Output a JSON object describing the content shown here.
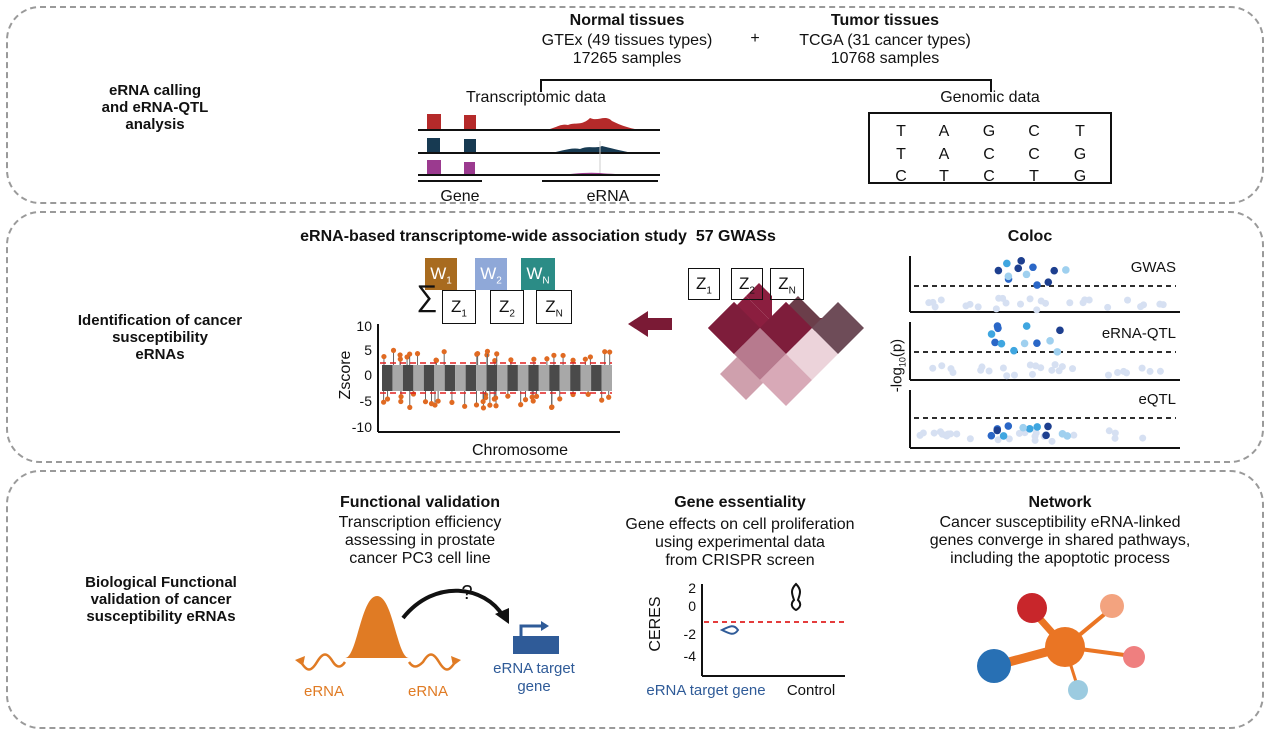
{
  "panel1": {
    "label_lines": [
      "eRNA calling",
      "and eRNA-QTL",
      "analysis"
    ],
    "normal_title": "Normal tissues",
    "normal_line1": "GTEx (49 tissues types)",
    "normal_line2": "17265 samples",
    "plus": "+",
    "tumor_title": "Tumor tissues",
    "tumor_line1": "TCGA (31 cancer types)",
    "tumor_line2": "10768 samples",
    "transcriptomic_label": "Transcriptomic data",
    "genomic_label": "Genomic data",
    "gene_label": "Gene",
    "erna_label": "eRNA",
    "genotype_rows": [
      [
        "T",
        "A",
        "G",
        "C",
        "T"
      ],
      [
        "T",
        "A",
        "C",
        "C",
        "G"
      ],
      [
        "C",
        "T",
        "C",
        "T",
        "G"
      ]
    ]
  },
  "panel2": {
    "label_lines": [
      "Identification of cancer",
      "susceptibility",
      "eRNAs"
    ],
    "twas_title": "eRNA-based transcriptome-wide association study",
    "gwas_count": "57 GWASs",
    "weights": [
      {
        "main": "W",
        "sub": "1"
      },
      {
        "main": "W",
        "sub": "2"
      },
      {
        "main": "W",
        "sub": "N"
      }
    ],
    "sigma": "∑",
    "zboxes": [
      {
        "main": "Z",
        "sub": "1"
      },
      {
        "main": "Z",
        "sub": "2"
      },
      {
        "main": "Z",
        "sub": "N"
      }
    ],
    "zscore_ylabel": "Zscore",
    "zscore_xlabel": "Chromosome",
    "zscore_ticks": [
      "10",
      "5",
      "0",
      "-5",
      "-10"
    ],
    "coloc_title": "Coloc",
    "coloc_ylabel": "-log",
    "coloc_ylabel_sub": "10",
    "coloc_ylabel_end": "(p)",
    "coloc_tracks": [
      "GWAS",
      "eRNA-QTL",
      "eQTL"
    ]
  },
  "panel3": {
    "label_lines": [
      "Biological Functional",
      "validation of cancer",
      "susceptibility eRNAs"
    ],
    "func_title": "Functional validation",
    "func_desc": [
      "Transcription efficiency",
      "assessing in prostate",
      "cancer PC3 cell line"
    ],
    "question": "?",
    "erna_left": "eRNA",
    "erna_right": "eRNA",
    "target_label": [
      "eRNA target",
      "gene"
    ],
    "ess_title": "Gene essentiality",
    "ess_desc": [
      "Gene effects on cell proliferation",
      "using experimental data",
      "from CRISPR screen"
    ],
    "ceres_ylabel": "CERES",
    "ceres_ticks": [
      "2",
      "0",
      "-2",
      "-4"
    ],
    "ceres_x_target": "eRNA target gene",
    "ceres_x_control": "Control",
    "net_title": "Network",
    "net_desc": [
      "Cancer susceptibility eRNA-linked",
      "genes converge in shared pathways,",
      "including the apoptotic process"
    ]
  },
  "colors": {
    "track_red": "#b52a2a",
    "track_navy": "#173a52",
    "track_purple": "#9b3a8f",
    "heart_dark": "#7a1a35",
    "w1": "#a86b1f",
    "w2": "#8fa8d8",
    "wn": "#2b8c86",
    "orange": "#e07b24",
    "blue_gene": "#2f5b98",
    "network_hub": "#ea7524"
  }
}
